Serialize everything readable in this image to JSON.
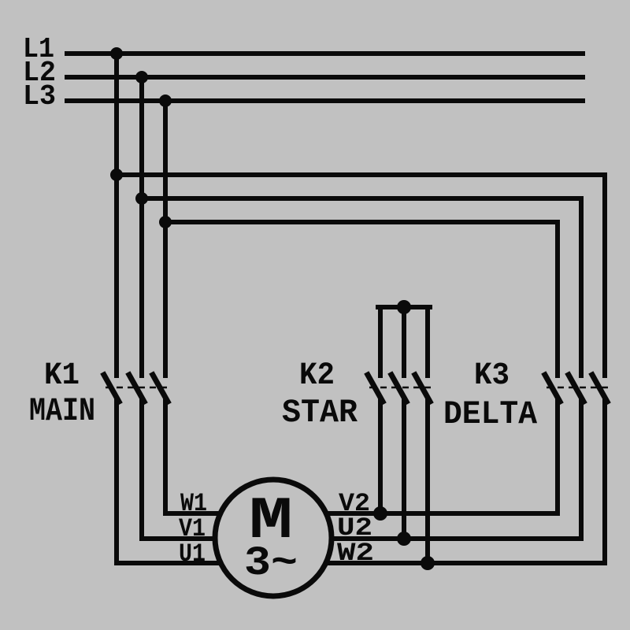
{
  "colors": {
    "background": "#c1c1c1",
    "line": "#0a0a0a"
  },
  "supply": {
    "lines": [
      {
        "label": "L1"
      },
      {
        "label": "L2"
      },
      {
        "label": "L3"
      }
    ]
  },
  "contactors": {
    "k1": {
      "id": "K1",
      "name": "MAIN"
    },
    "k2": {
      "id": "K2",
      "name": "STAR"
    },
    "k3": {
      "id": "K3",
      "name": "DELTA"
    }
  },
  "motor": {
    "symbol": "M",
    "phase": "3~",
    "left_terminals": [
      {
        "label": "W1"
      },
      {
        "label": "V1"
      },
      {
        "label": "U1"
      }
    ],
    "right_terminals": [
      {
        "label": "V2"
      },
      {
        "label": "U2"
      },
      {
        "label": "W2"
      }
    ]
  }
}
